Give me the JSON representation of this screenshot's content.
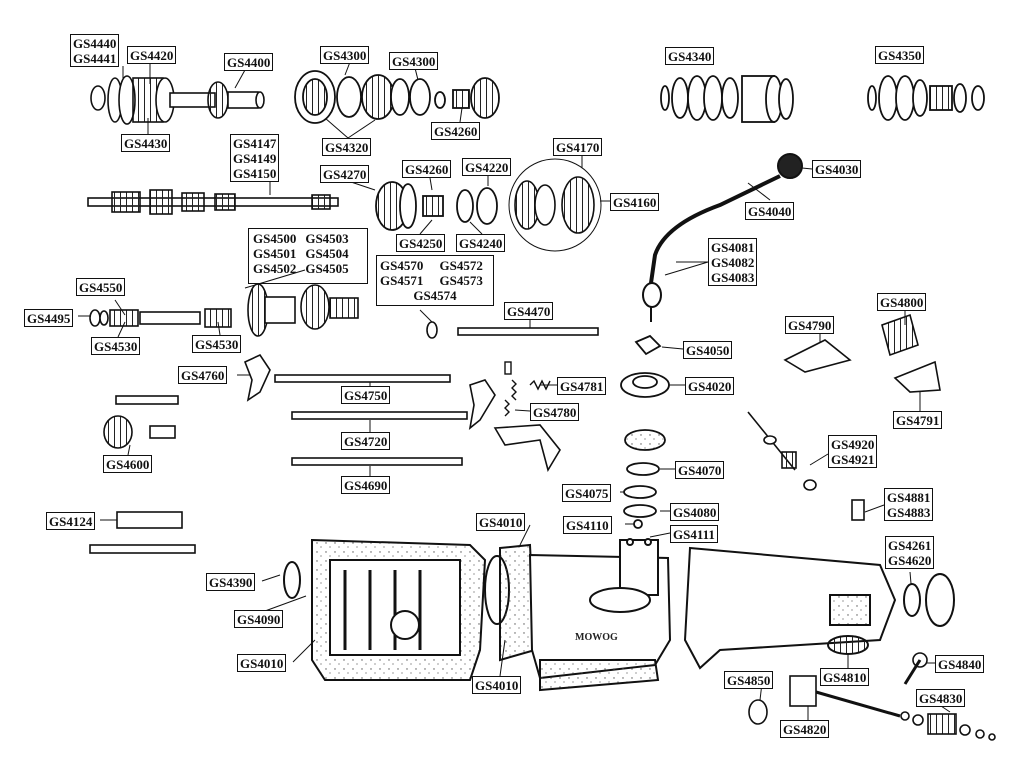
{
  "labels": {
    "a1": "GS4440",
    "a2": "GS4441",
    "a3": "GS4420",
    "a4": "GS4400",
    "a5": "GS4430",
    "b1": "GS4300",
    "b2": "GS4300",
    "b3": "GS4320",
    "b4": "GS4260",
    "c1": "GS4340",
    "c2": "GS4350",
    "d1": "GS4147",
    "d2": "GS4149",
    "d3": "GS4150",
    "e1": "GS4270",
    "e2": "GS4260",
    "e3": "GS4220",
    "e4": "GS4250",
    "e5": "GS4240",
    "f1": "GS4170",
    "f2": "GS4160",
    "g1": "GS4030",
    "g2": "GS4040",
    "g3": "GS4081",
    "g4": "GS4082",
    "g5": "GS4083",
    "h1": "GS4500",
    "h2": "GS4503",
    "h3": "GS4501",
    "h4": "GS4504",
    "h5": "GS4502",
    "h6": "GS4505",
    "i1": "GS4570",
    "i2": "GS4572",
    "i3": "GS4571",
    "i4": "GS4573",
    "i5": "GS4574",
    "j1": "GS4550",
    "j2": "GS4495",
    "j3": "GS4530",
    "j4": "GS4530",
    "j5": "GS4470",
    "k1": "GS4050",
    "k2": "GS4790",
    "k3": "GS4800",
    "k4": "GS4791",
    "l1": "GS4760",
    "l2": "GS4750",
    "l3": "GS4781",
    "l4": "GS4020",
    "l5": "GS4780",
    "l6": "GS4720",
    "l7": "GS4690",
    "l8": "GS4600",
    "m1": "GS4920",
    "m2": "GS4921",
    "m3": "GS4070",
    "m4": "GS4075",
    "m5": "GS4080",
    "m6": "GS4881",
    "m7": "GS4883",
    "m8": "GS4110",
    "m9": "GS4111",
    "n1": "GS4124",
    "n2": "GS4010",
    "n3": "GS4261",
    "n4": "GS4620",
    "o1": "GS4390",
    "o2": "GS4090",
    "o3": "GS4010",
    "o4": "GS4010",
    "p1": "GS4810",
    "p2": "GS4840",
    "p3": "GS4850",
    "p4": "GS4830",
    "p5": "GS4820"
  },
  "casting_mark": "MOWOG"
}
